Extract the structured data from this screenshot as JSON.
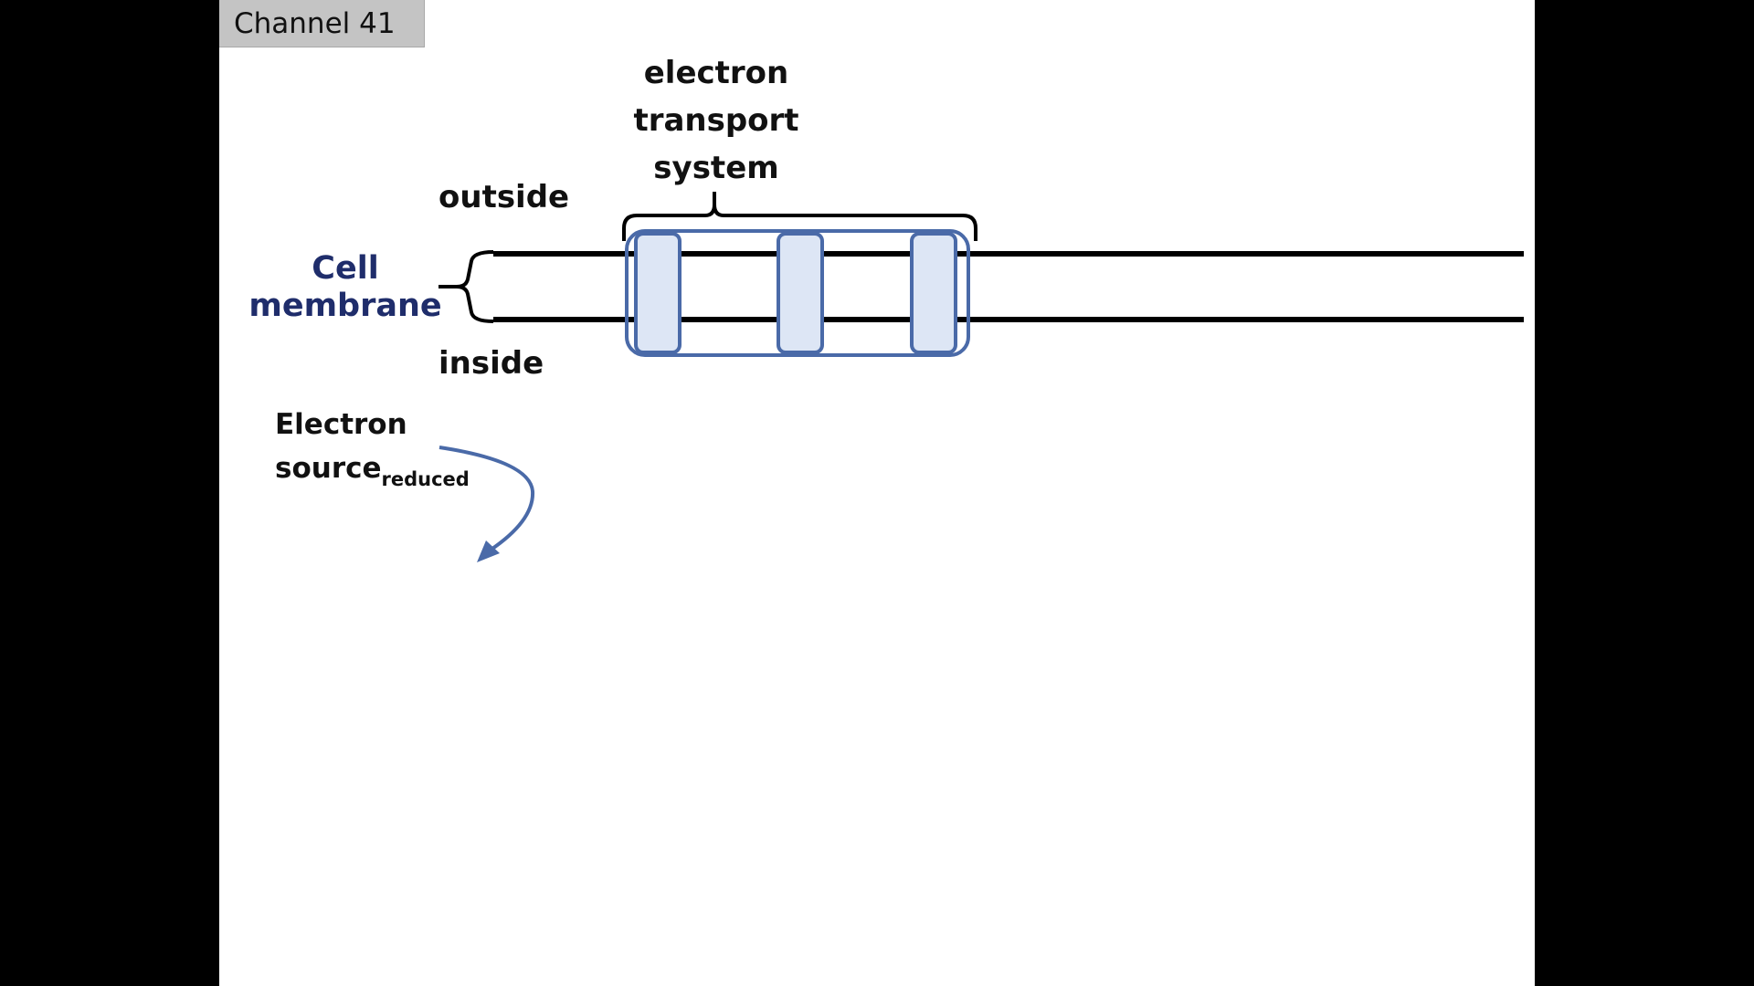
{
  "channel": {
    "label": "Channel 41"
  },
  "diagram": {
    "electron_transport_system_label": "electron\ntransport\nsystem",
    "outside_label": "outside",
    "inside_label": "inside",
    "cell_membrane_label": "Cell\nmembrane",
    "electron_source_label": "Electron",
    "electron_source_word": "source",
    "electron_source_subscript": "reduced"
  },
  "colors": {
    "background": "#000000",
    "slide": "#ffffff",
    "badge": "#c4c4c4",
    "membrane_label": "#1f2d6b",
    "protein_fill": "#dde6f5",
    "protein_stroke": "#4a6aa8",
    "arrow": "#4a6aa8",
    "membrane_line": "#000000"
  }
}
